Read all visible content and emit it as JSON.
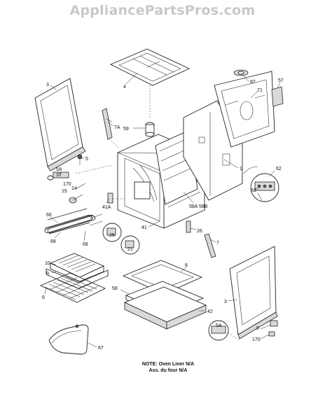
{
  "header": {
    "site_title": "AppliancePartsPros.com"
  },
  "note": {
    "line1": "NOTE: Oven Liner N/A",
    "line2": "Ass. du four N/A"
  },
  "callouts": {
    "p4": "4",
    "p87": "87",
    "p57": "57",
    "p71": "71",
    "p3_left": "3",
    "p7A": "7A",
    "p59": "59",
    "p5_left": "5",
    "p5A_left": "5A",
    "p37": "37",
    "p170_left": "170",
    "p14": "14",
    "p15": "15",
    "p1": "1",
    "p62": "62",
    "p63": "63",
    "p41A": "41A",
    "p58A": "58A",
    "p58B": "58B",
    "p66": "66",
    "p41": "41",
    "p25": "25",
    "p26": "26",
    "p7": "7",
    "p21": "21",
    "p68_left": "68",
    "p68_right": "68",
    "p10": "10",
    "p9": "9",
    "p6": "6",
    "p8": "8",
    "p58": "58",
    "p42": "42",
    "p3_right": "3",
    "p5A_right": "5A",
    "p5_right": "5",
    "p170_right": "170",
    "p67": "67"
  }
}
